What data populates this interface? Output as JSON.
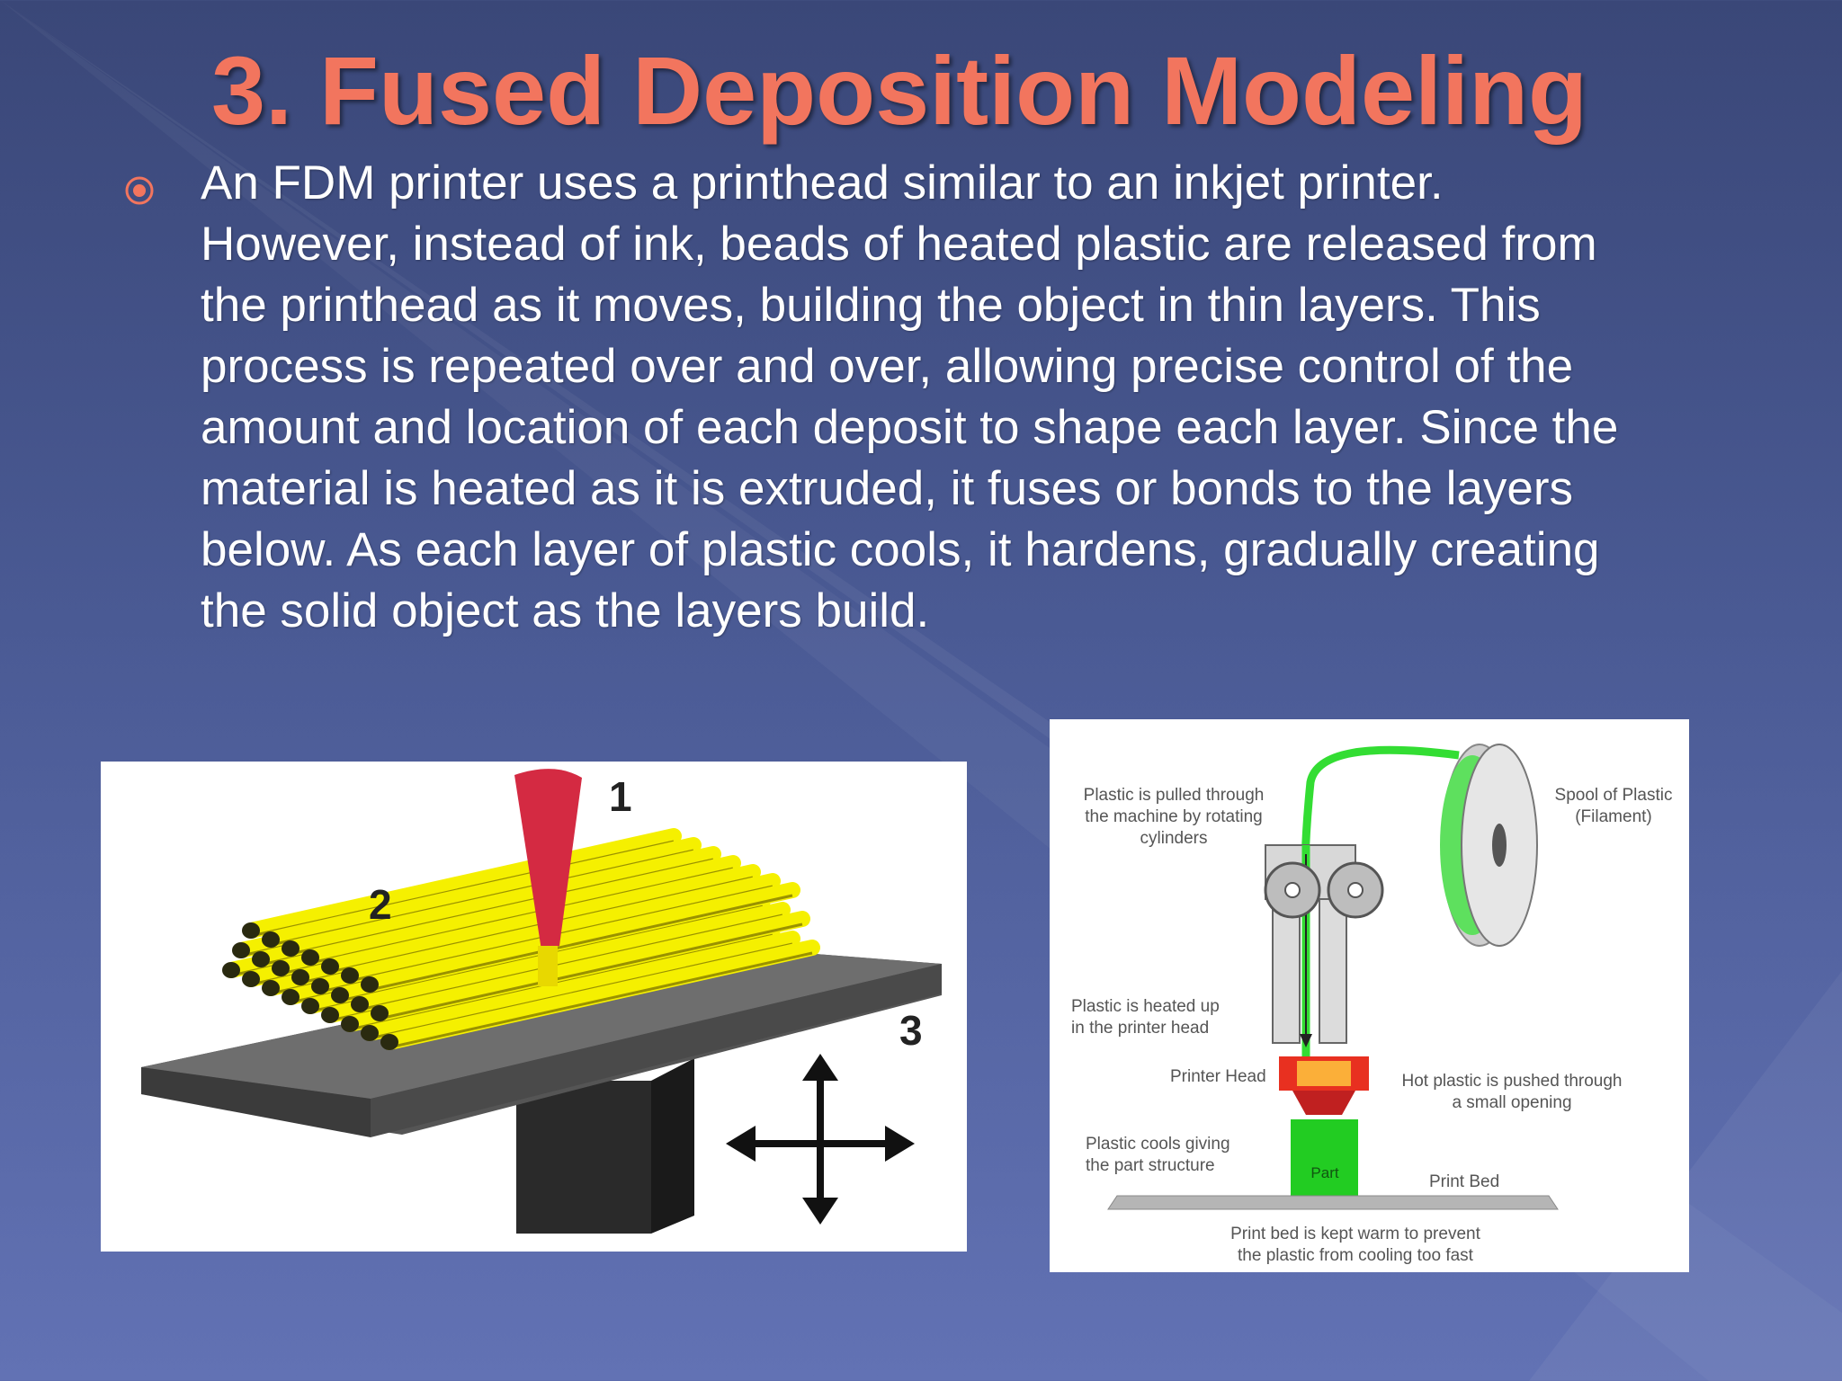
{
  "title": "3. Fused Deposition Modeling",
  "bullet": {
    "icon": "target-bullet-icon",
    "lines": [
      "An FDM printer uses a printhead similar to an inkjet printer.",
      "However, instead of ink, beads of heated plastic are released from",
      "the printhead as it moves, building the object in thin layers. This",
      "process is repeated over and over, allowing precise control of the",
      "amount and location of each deposit to shape each layer. Since the",
      "material is heated as it is extruded, it fuses or bonds to the layers",
      "below. As each layer of plastic cools, it hardens, gradually creating",
      "the solid object as the layers build."
    ]
  },
  "figure1": {
    "labels": {
      "printhead": "1",
      "layers": "2",
      "platform": "3"
    }
  },
  "figure2": {
    "labels": {
      "pulled_1": "Plastic is pulled through",
      "pulled_2": "the machine by rotating",
      "pulled_3": "cylinders",
      "spool_1": "Spool of Plastic",
      "spool_2": "(Filament)",
      "heated_1": "Plastic is heated up",
      "heated_2": "in the printer head",
      "printer_head": "Printer Head",
      "hot_1": "Hot plastic is pushed through",
      "hot_2": "a small opening",
      "cools_1": "Plastic cools giving",
      "cools_2": "the part structure",
      "part": "Part",
      "print_bed": "Print Bed",
      "warm_1": "Print bed is kept warm to prevent",
      "warm_2": "the plastic from cooling too fast"
    }
  },
  "colors": {
    "title": "#f2755e",
    "text": "#ffffff",
    "filament": "#33dd33",
    "rods": "#f5f000",
    "nozzle": "#d42a42"
  }
}
